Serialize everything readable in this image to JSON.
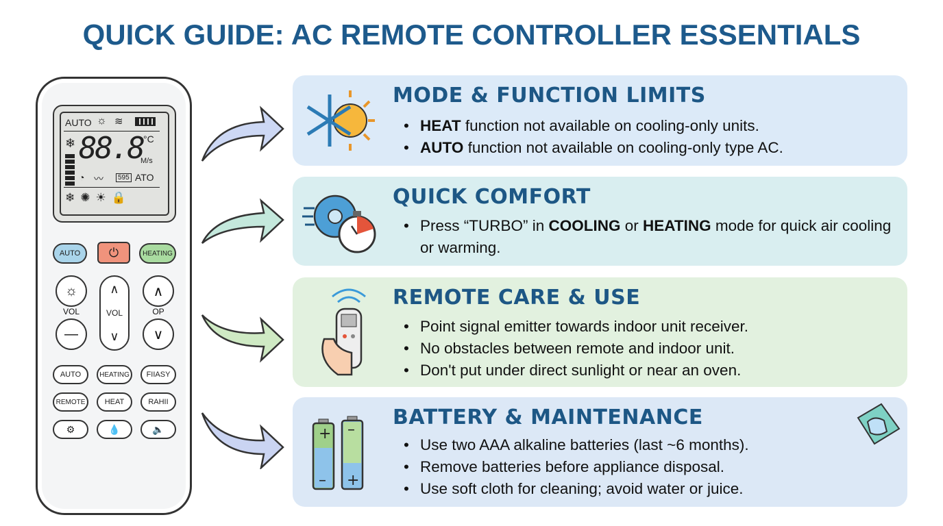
{
  "title": "QUICK GUIDE: AC REMOTE CONTROLLER ESSENTIALS",
  "remote": {
    "lcd": {
      "mode": "AUTO",
      "temp": "88.8",
      "unit_temp": "°C",
      "unit_speed": "M/s",
      "timer_box": "595",
      "ato": "ATO"
    },
    "top_buttons": [
      "AUTO",
      "HEATING"
    ],
    "labels": [
      "VOL",
      "VOL",
      "OP"
    ],
    "row1": [
      "AUTO",
      "HEATING",
      "FIIASY"
    ],
    "row2": [
      "REMOTE",
      "HEAT",
      "RAHII"
    ]
  },
  "sections": [
    {
      "title": "MODE & FUNCTION LIMITS",
      "bg": "#dceaf8",
      "bullets": [
        {
          "bold": "HEAT",
          "text": " function not available on cooling-only units."
        },
        {
          "bold": "AUTO",
          "text": " function not available on cooling-only type AC."
        }
      ]
    },
    {
      "title": "QUICK COMFORT",
      "bg": "#d9eef0",
      "bullets": [
        {
          "pre": "Press “TURBO” in ",
          "bold": "COOLING",
          "mid": " or ",
          "bold2": "HEATING",
          "text": " mode for quick air cooling or warming."
        }
      ]
    },
    {
      "title": "REMOTE CARE & USE",
      "bg": "#e2f1df",
      "bullets": [
        {
          "text": "Point signal emitter towards indoor unit receiver."
        },
        {
          "text": "No obstacles between remote and indoor unit."
        },
        {
          "text": "Don't put under direct sunlight or near an oven."
        }
      ]
    },
    {
      "title": "BATTERY & MAINTENANCE",
      "bg": "#dce8f6",
      "bullets": [
        {
          "text": "Use two AAA alkaline batteries (last ~6 months)."
        },
        {
          "text": "Remove batteries before appliance disposal."
        },
        {
          "text": "Use soft cloth for cleaning; avoid water or juice."
        }
      ]
    }
  ]
}
